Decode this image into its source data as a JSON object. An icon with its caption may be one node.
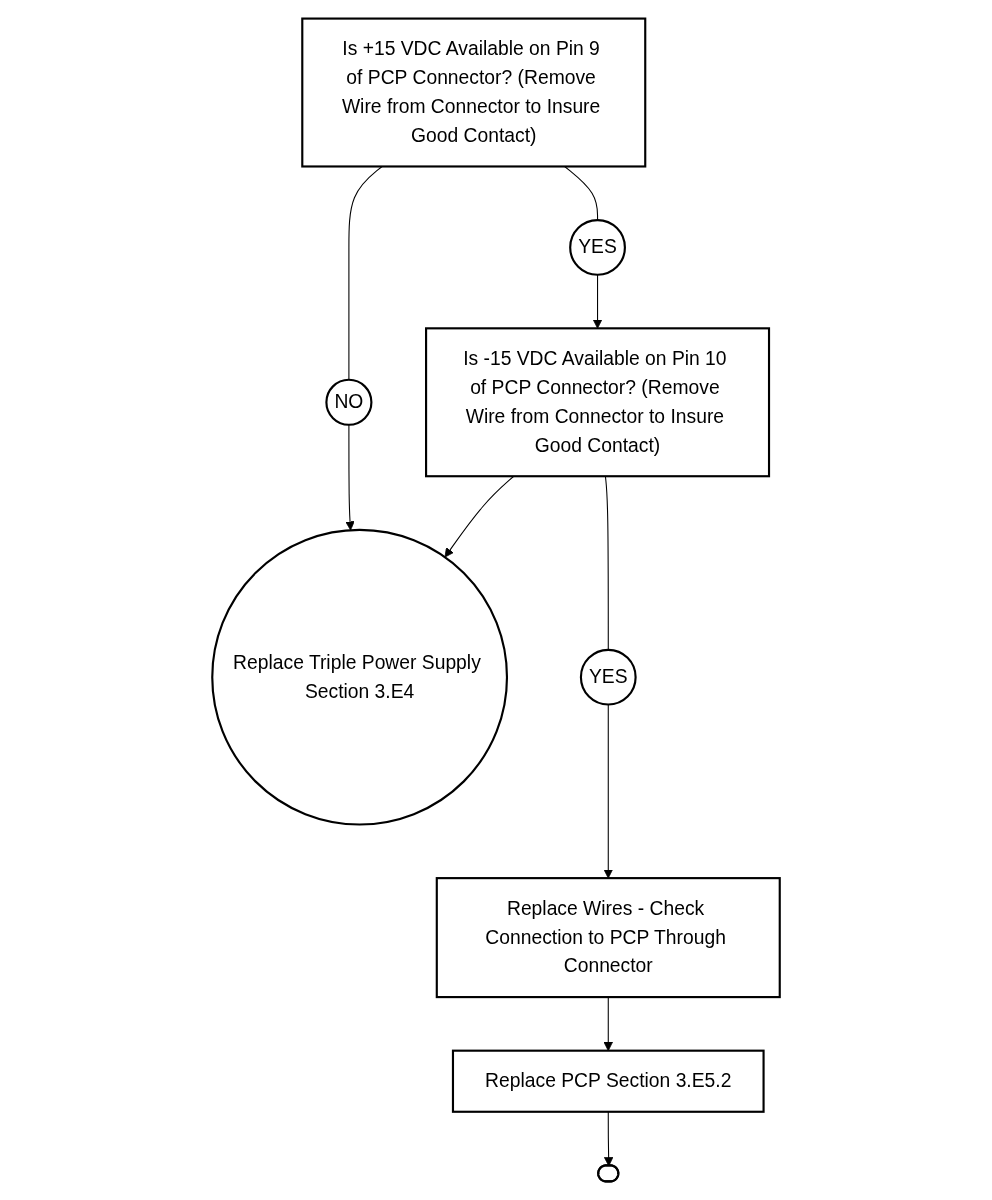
{
  "diagram": {
    "nodes": [
      {
        "text": [
          "Is +15 VDC Available on Pin 9 of PCP Connector? (Remove Wire from Connector to Insure Good Contact)"
        ]
      },
      {
        "text": [
          "NO"
        ]
      },
      {
        "text": [
          "Replace Triple Power Supply Section 3.E4"
        ]
      },
      {
        "text": [
          "YES"
        ]
      },
      {
        "text": [
          "Is -15 VDC Available on Pin 10 of PCP Connector? (Remove Wire from Connector to Insure Good Contact)"
        ]
      },
      {
        "text": [
          "YES"
        ]
      },
      {
        "text": [
          "Replace Wires - Check Connection to PCP Through Connector"
        ]
      },
      {
        "text": [
          "Replace PCP Section 3.E5.2"
        ]
      },
      {
        "text": [],
        "shape": "box"
      }
    ],
    "edges": [
      {
        "from": 0,
        "to": 1,
        "arrow": "none"
      },
      {
        "from": 1,
        "to": 2,
        "arrow": "to"
      },
      {
        "from": 0,
        "to": 3,
        "arrow": "none"
      },
      {
        "from": 3,
        "to": 4,
        "arrow": "to"
      },
      {
        "from": 4,
        "to": 2,
        "arrow": "to"
      },
      {
        "from": 4,
        "to": 5,
        "arrow": "none"
      },
      {
        "from": 5,
        "to": 6,
        "arrow": "to"
      },
      {
        "from": 6,
        "to": 7,
        "arrow": "to"
      },
      {
        "from": 7,
        "to": 8,
        "arrow": "to"
      }
    ]
  }
}
